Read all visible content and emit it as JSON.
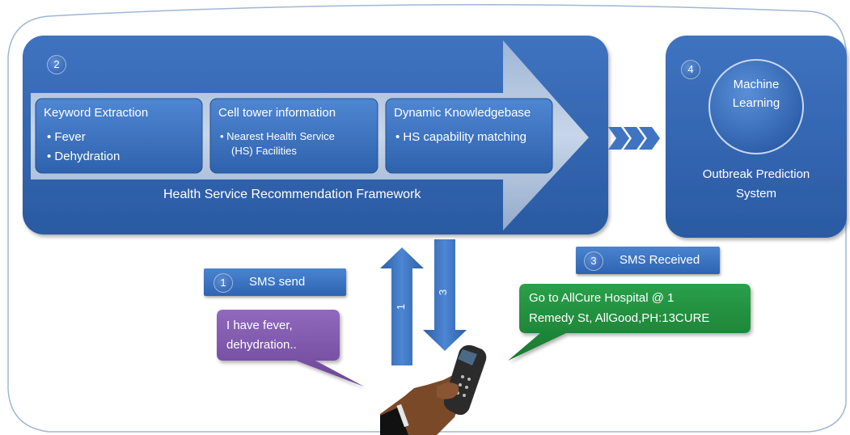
{
  "framework": {
    "step": "2",
    "title": "Health Service  Recommendation Framework",
    "boxes": [
      {
        "title": "Keyword Extraction",
        "bullets": [
          "Fever",
          "Dehydration"
        ]
      },
      {
        "title": "Cell tower information",
        "bullets": [
          "Nearest Health Service",
          "(HS) Facilities"
        ]
      },
      {
        "title": "Dynamic Knowledgebase",
        "bullets": [
          "HS capability matching"
        ]
      }
    ]
  },
  "outbreak": {
    "step": "4",
    "circle_line1": "Machine",
    "circle_line2": "Learning",
    "title_line1": "Outbreak Prediction",
    "title_line2": "System"
  },
  "sms_send": {
    "step": "1",
    "label": "SMS send"
  },
  "sms_received": {
    "step": "3",
    "label": "SMS Received"
  },
  "arrows": {
    "up": "1",
    "down": "3"
  },
  "bubbles": {
    "user_line1": "I have fever,",
    "user_line2": "dehydration..",
    "reply_line1": "Go to AllCure Hospital @ 1",
    "reply_line2": "Remedy St, AllGood,PH:13CURE"
  },
  "colors": {
    "panel_blue": "#3366b3",
    "user_bubble": "#7b52a8",
    "reply_bubble": "#1e8a3a"
  }
}
